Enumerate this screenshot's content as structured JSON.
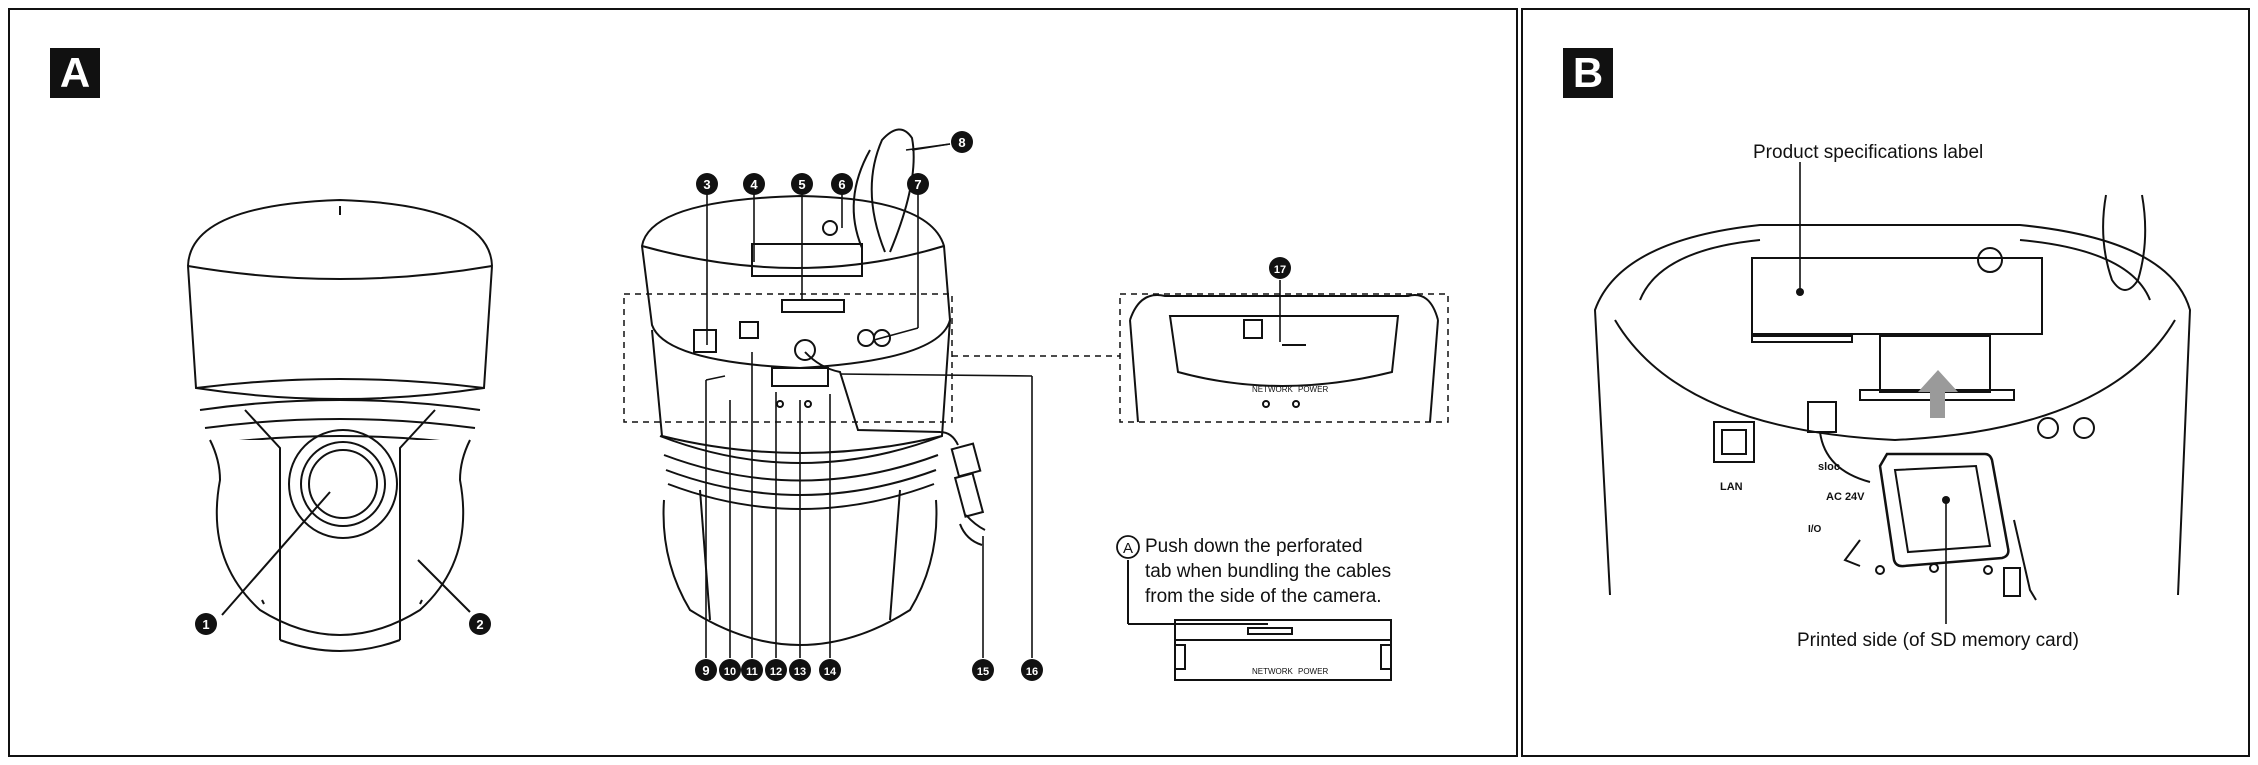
{
  "panels": {
    "a": {
      "letter": "A"
    },
    "b": {
      "letter": "B"
    }
  },
  "callouts": [
    "1",
    "2",
    "3",
    "4",
    "5",
    "6",
    "7",
    "8",
    "9",
    "10",
    "11",
    "12",
    "13",
    "14",
    "15",
    "16",
    "17"
  ],
  "note": {
    "marker": "A",
    "text_lines": [
      "Push down the perforated",
      "tab when bundling the cables",
      "from the side of the camera."
    ]
  },
  "panel_labels": {
    "cover_network": "NETWORK",
    "cover_power": "POWER",
    "port_lan": "LAN",
    "slot_brand": "sloc",
    "power_ac": "AC 24V",
    "io": "I/O"
  },
  "panel_b": {
    "spec_label": "Product specifications label",
    "printed_side": "Printed side (of SD memory card)"
  }
}
